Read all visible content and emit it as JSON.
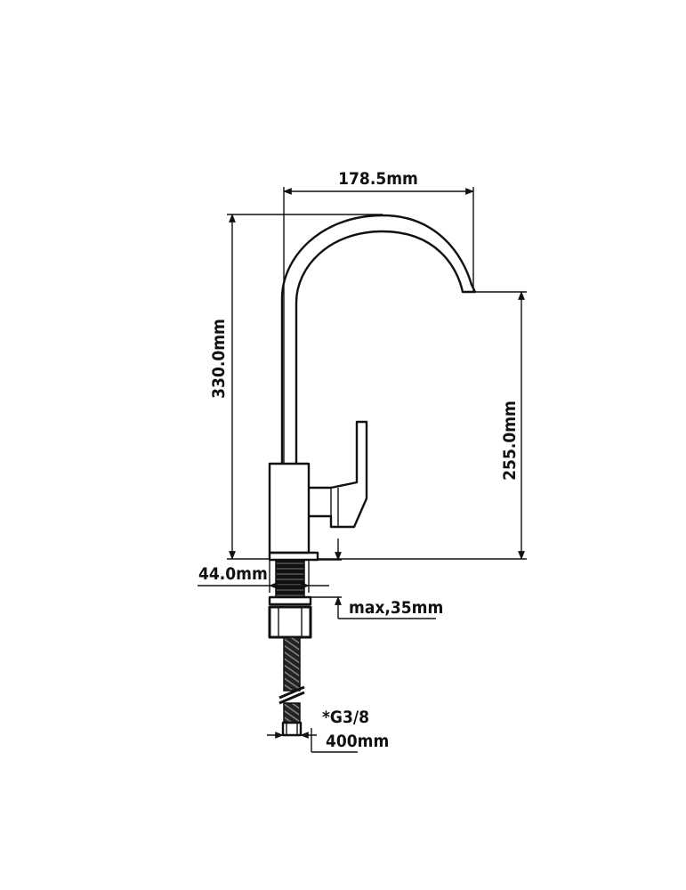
{
  "dimensions": {
    "spout_reach": "178.5mm",
    "total_height": "330.0mm",
    "spout_height": "255.0mm",
    "base_diameter": "44.0mm",
    "max_counter_thickness": "max,35mm",
    "connection_thread": "*G3/8",
    "hose_length": "400mm"
  },
  "colors": {
    "line": "#111111",
    "background": "#ffffff"
  }
}
